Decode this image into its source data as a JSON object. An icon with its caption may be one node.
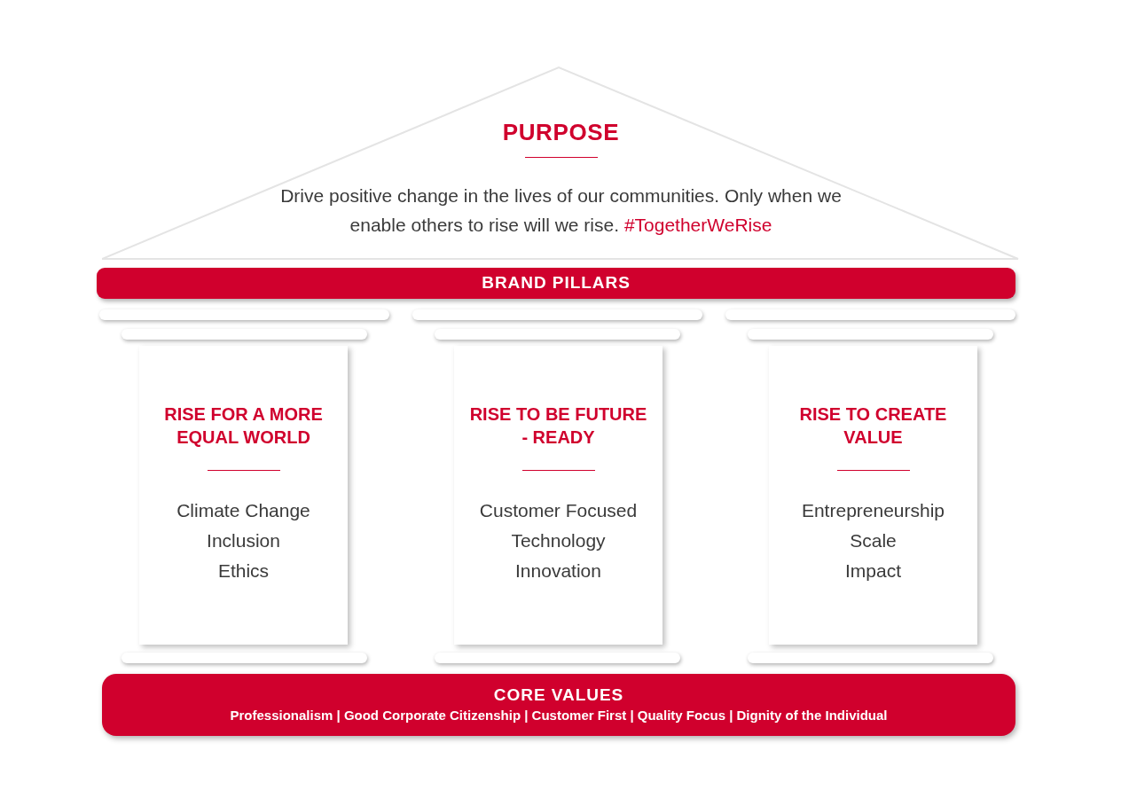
{
  "diagram": {
    "nodes": [
      {
        "text": [
          "PURPOSE",
          "Drive positive change in the lives of our communities. Only when we enable others to rise will we rise.",
          "#TogetherWeRise"
        ]
      },
      {
        "text": [
          "BRAND PILLARS"
        ]
      },
      {
        "text": [
          "RISE FOR A MORE EQUAL WORLD",
          "Climate Change",
          "Inclusion",
          "Ethics"
        ]
      },
      {
        "text": [
          "RISE TO BE FUTURE - READY",
          "Customer Focused",
          "Technology",
          "Innovation"
        ]
      },
      {
        "text": [
          "RISE TO CREATE VALUE",
          "Entrepreneurship",
          "Scale",
          "Impact"
        ]
      },
      {
        "text": [
          "CORE VALUES",
          "Professionalism | Good Corporate Citizenship | Customer First | Quality Focus | Dignity of the Individual"
        ]
      }
    ],
    "edges": []
  }
}
